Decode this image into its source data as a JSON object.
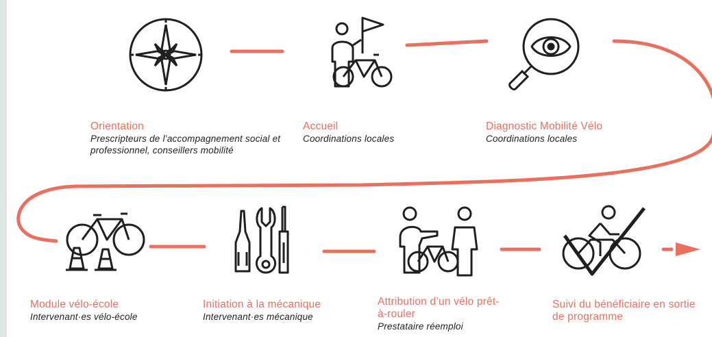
{
  "colors": {
    "accent": "#e8705f",
    "ink": "#1f1f1f"
  },
  "steps": [
    {
      "id": "orientation",
      "icon": "compass-icon",
      "title": "Orientation",
      "subtitle": "Prescripteurs de l’accompagnement social et professionnel, conseillers mobilité"
    },
    {
      "id": "accueil",
      "icon": "person-flag-bike-icon",
      "title": "Accueil",
      "subtitle": "Coordinations locales"
    },
    {
      "id": "diagnostic",
      "icon": "magnifier-eye-icon",
      "title": "Diagnostic Mobilité Vélo",
      "subtitle": "Coordinations locales"
    },
    {
      "id": "velo-ecole",
      "icon": "bike-cones-icon",
      "title": "Module vélo-école",
      "subtitle": "Intervenant·es vélo-école"
    },
    {
      "id": "mecanique",
      "icon": "tools-icon",
      "title": "Initiation à la mécanique",
      "subtitle": "Intervenant·es mécanique"
    },
    {
      "id": "attribution",
      "icon": "people-bike-icon",
      "title": "Attribution d’un vélo prêt-à-rouler",
      "subtitle": "Prestataire réemploi"
    },
    {
      "id": "suivi",
      "icon": "cyclist-check-icon",
      "title": "Suivi du bénéficiaire en sortie de programme",
      "subtitle": ""
    }
  ]
}
